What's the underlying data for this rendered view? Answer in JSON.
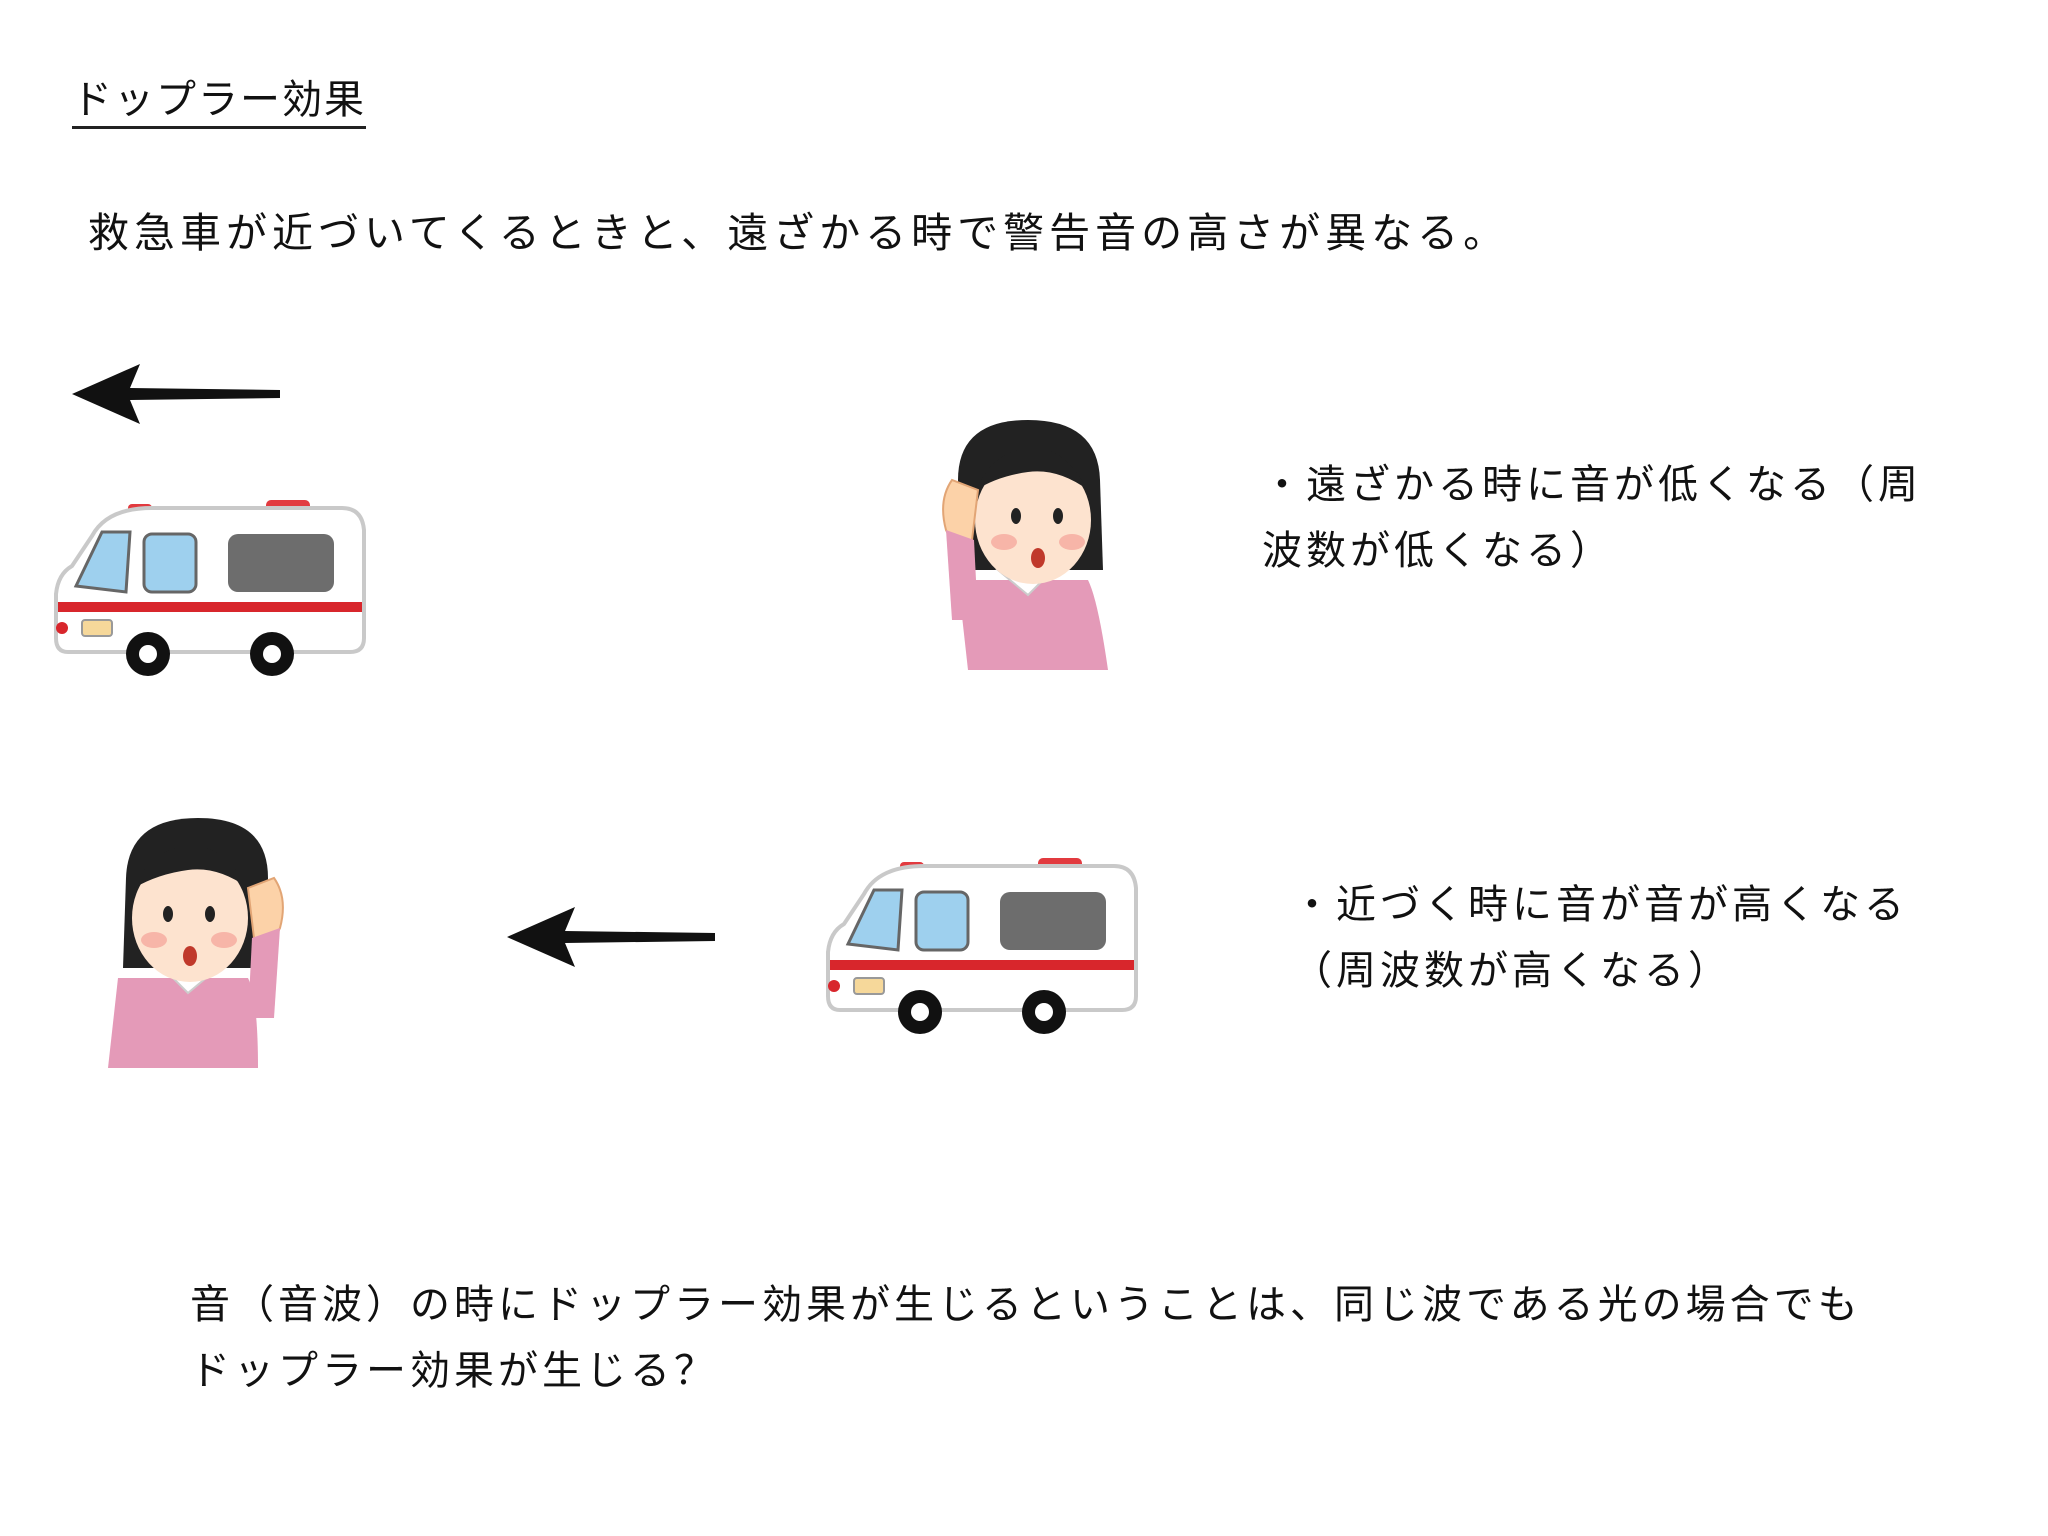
{
  "page": {
    "title": "ドップラー効果",
    "subtitle": "救急車が近づいてくるときと、遠ざかる時で警告音の高さが異なる。",
    "notes": {
      "receding": "・遠ざかる時に音が低くなる（周波数が低くなる）",
      "approaching": "・近づく時に音が音が高くなる（周波数が高くなる）"
    },
    "question": "音（音波）の時にドップラー効果が生じるということは、同じ波である光の場合でもドップラー効果が生じる？"
  },
  "icons": [
    "left-arrow-icon",
    "ambulance-icon",
    "listening-woman-icon"
  ],
  "colors": {
    "ambulance_stripe": "#d8262c",
    "ambulance_light": "#e23a3f",
    "window_blue": "#9ed0ee",
    "window_gray": "#6d6d6d",
    "sweater_pink": "#e49ab8",
    "skin": "#fde3cf",
    "hair": "#222222"
  }
}
